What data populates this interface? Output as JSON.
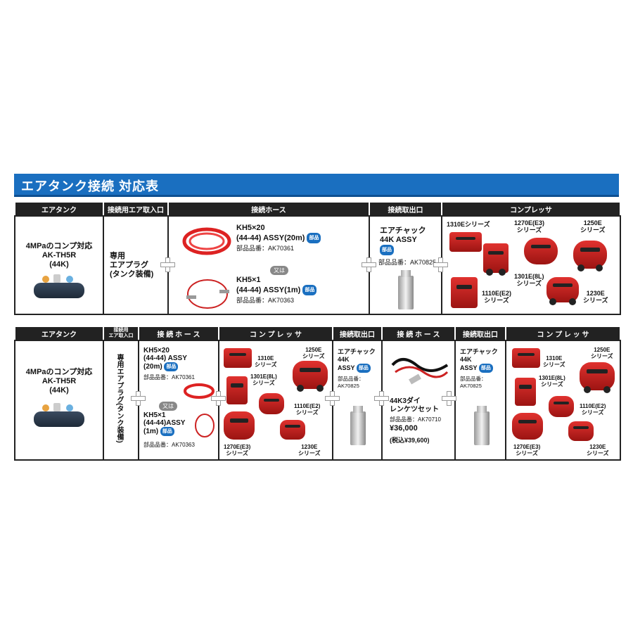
{
  "title": "エアタンク接続 対応表",
  "table1": {
    "headers": [
      "エアタンク",
      "接続用エア取入口",
      "接続ホース",
      "接続取出口",
      "コンプレッサ"
    ],
    "tank": {
      "line1": "4MPaのコンプ対応",
      "line2": "AK-TH5R",
      "line3": "(44K)"
    },
    "inlet": {
      "line1": "専用",
      "line2": "エアプラグ",
      "line3": "(タンク装備)"
    },
    "hose1": {
      "line1": "KH5×20",
      "line2": "(44-44) ASSY(20m)",
      "badge": "部品",
      "part": "部品品番：AK70361"
    },
    "or": "又は",
    "hose2": {
      "line1": "KH5×1",
      "line2": "(44-44) ASSY(1m)",
      "badge": "部品",
      "part": "部品品番：AK70363"
    },
    "outlet": {
      "line1": "エアチャック",
      "line2": "44K ASSY",
      "badge": "部品",
      "part": "部品品番：AK70825"
    },
    "compressors": {
      "c1": "1310Eシリーズ",
      "c2a": "1270E(E3)",
      "c2b": "シリーズ",
      "c3a": "1250E",
      "c3b": "シリーズ",
      "c4a": "1301E(8L)",
      "c4b": "シリーズ",
      "c5a": "1110E(E2)",
      "c5b": "シリーズ",
      "c6a": "1230E",
      "c6b": "シリーズ"
    }
  },
  "table2": {
    "headers": [
      "エアタンク",
      "接続用エア取入口",
      "接 続 ホ ー ス",
      "コ ン プ レ ッ サ",
      "接続取出口",
      "接 続 ホ ー ス",
      "接続取出口",
      "コ ン プ レ ッ サ"
    ],
    "inlet_header_l1": "接続用",
    "inlet_header_l2": "エア取入口",
    "tank": {
      "line1": "4MPaのコンプ対応",
      "line2": "AK-TH5R",
      "line3": "(44K)"
    },
    "inlet": "専用エアプラグ(タンク装備)",
    "hose1": {
      "line1": "KH5×20",
      "line2": "(44-44) ASSY",
      "line3": "(20m)",
      "badge": "部品",
      "part": "部品品番：AK70361"
    },
    "or": "又は",
    "hose2": {
      "line1": "KH5×1",
      "line2": "(44-44)ASSY",
      "line3": "(1m)",
      "badge": "部品",
      "part": "部品品番：AK70363"
    },
    "compA": {
      "c1a": "1310E",
      "c1b": "シリーズ",
      "c2a": "1250E",
      "c2b": "シリーズ",
      "c3a": "1301E(8L)",
      "c3b": "シリーズ",
      "c4a": "1110E(E2)",
      "c4b": "シリーズ",
      "c5a": "1270E(E3)",
      "c5b": "シリーズ",
      "c6a": "1230E",
      "c6b": "シリーズ"
    },
    "outlet1": {
      "line1": "エアチャック",
      "line2": "44K",
      "line3": "ASSY",
      "badge": "部品",
      "part": "部品品番：AK70825"
    },
    "set": {
      "line1": "44K3ダイ",
      "line2": "レンケツセット",
      "part": "部品品番：AK70710",
      "price": "¥36,000",
      "price_tax": "(税込¥39,600)"
    },
    "outlet2": {
      "line1": "エアチャック",
      "line2": "44K",
      "line3": "ASSY",
      "badge": "部品",
      "part": "部品品番：AK70825"
    },
    "compB": {
      "c1a": "1310E",
      "c1b": "シリーズ",
      "c2a": "1250E",
      "c2b": "シリーズ",
      "c3a": "1301E(8L)",
      "c3b": "シリーズ",
      "c4a": "1110E(E2)",
      "c4b": "シリーズ",
      "c5a": "1270E(E3)",
      "c5b": "シリーズ",
      "c6a": "1230E",
      "c6b": "シリーズ"
    }
  }
}
